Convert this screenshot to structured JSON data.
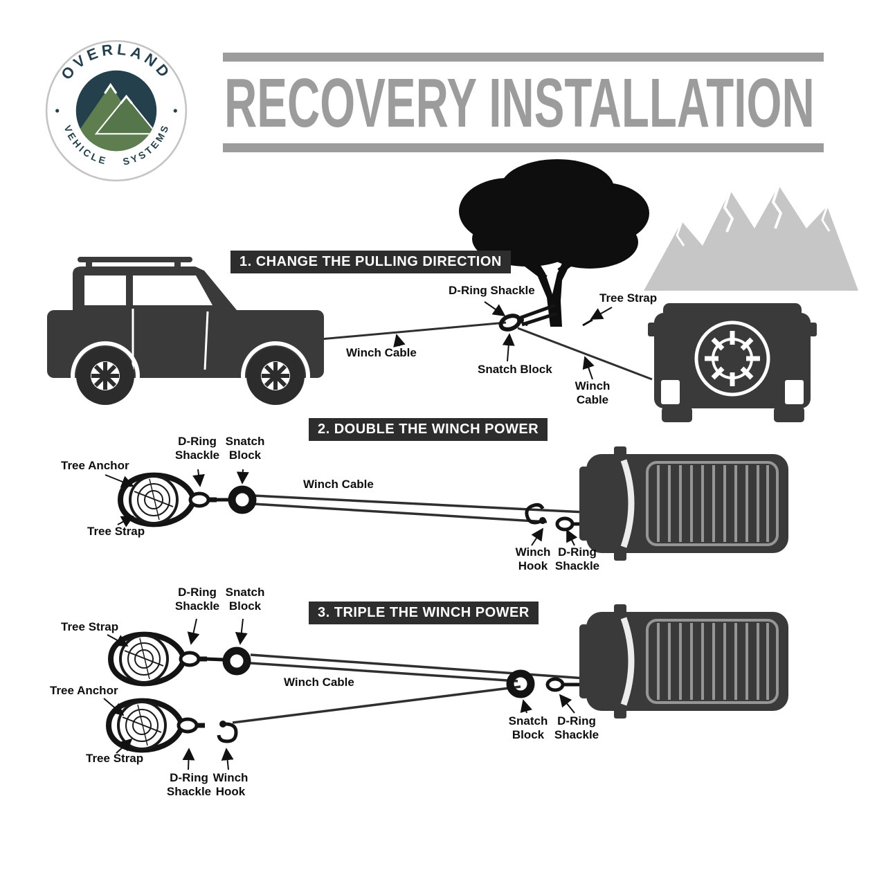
{
  "colors": {
    "title_gray": "#9c9c9c",
    "heading_bg": "#2d2d2d",
    "silhouette": "#3a3a3a",
    "logo_navy": "#24404c",
    "logo_green": "#5e7e4f",
    "mountain_gray": "#c6c6c6"
  },
  "logo": {
    "arc_top": "OVERLAND",
    "arc_bottom_left": "VEHICLE",
    "arc_bottom_right": "SYSTEMS"
  },
  "title": {
    "text": "RECOVERY INSTALLATION"
  },
  "section1": {
    "heading": "1. CHANGE THE PULLING DIRECTION",
    "labels": {
      "d_ring_shackle": "D-Ring Shackle",
      "tree_strap": "Tree Strap",
      "winch_cable_left": "Winch Cable",
      "snatch_block": "Snatch Block",
      "winch_cable_right": "Winch\nCable"
    }
  },
  "section2": {
    "heading": "2. DOUBLE THE WINCH POWER",
    "labels": {
      "d_ring_shackle": "D-Ring\nShackle",
      "snatch_block": "Snatch\nBlock",
      "tree_anchor": "Tree Anchor",
      "winch_cable": "Winch Cable",
      "tree_strap": "Tree Strap",
      "winch_hook": "Winch\nHook",
      "d_ring_shackle_right": "D-Ring\nShackle"
    }
  },
  "section3": {
    "heading": "3. TRIPLE THE WINCH POWER",
    "labels": {
      "d_ring_shackle_top": "D-Ring\nShackle",
      "snatch_block_top": "Snatch\nBlock",
      "tree_strap_top": "Tree Strap",
      "winch_cable": "Winch Cable",
      "tree_anchor": "Tree Anchor",
      "tree_strap_bottom": "Tree Strap",
      "d_ring_shackle_bottom": "D-Ring\nShackle",
      "winch_hook": "Winch\nHook",
      "snatch_block_right": "Snatch\nBlock",
      "d_ring_shackle_right": "D-Ring\nShackle"
    }
  },
  "figures": {
    "logo": "overland-vehicle-systems-logo",
    "vehicle_side": "jeep-side-silhouette",
    "vehicle_rear": "vehicle-rear-silhouette",
    "truck_top": "truck-top-view-silhouette",
    "tree": "tree-silhouette",
    "mountains": "mountain-range",
    "tree_anchor": "log-with-strap",
    "snatch_block": "pulley-ring",
    "winch_hook": "hook",
    "d_ring_shackle": "shackle"
  }
}
